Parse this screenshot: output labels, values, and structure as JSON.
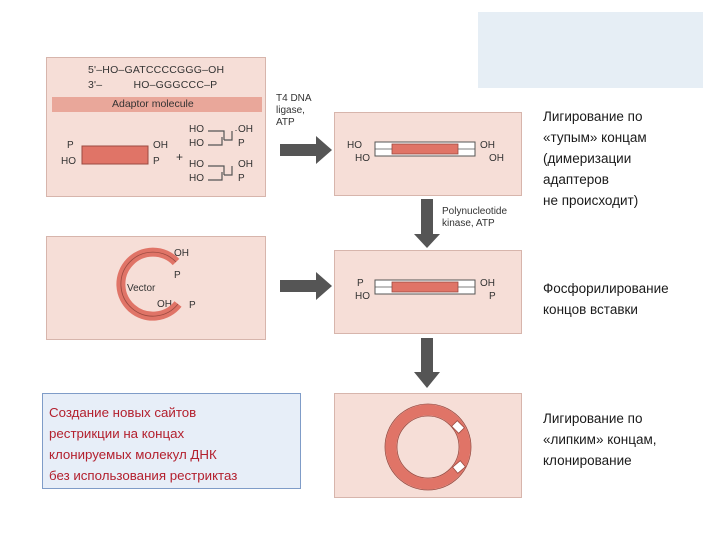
{
  "adaptor": {
    "seq_top": "5'–HO–GATCCCCGGG–OH",
    "seq_bottom": "3'–          HO–GGGCCC–P",
    "bar_label": "Adaptor molecule"
  },
  "ends": {
    "p": "P",
    "ho": "HO",
    "oh": "OH",
    "plus": "+"
  },
  "vector_label": "Vector",
  "enzymes": {
    "ligase": [
      "T4 DNA",
      "ligase,",
      "ATP"
    ],
    "kinase": [
      "Polynucleotide",
      "kinase, ATP"
    ]
  },
  "labels": {
    "blunt": [
      "Лигирование по",
      "«тупым» концам",
      "(димеризации",
      "адаптеров",
      "не происходит)"
    ],
    "phospho": [
      "Фосфорилирование",
      "концов вставки"
    ],
    "sticky": [
      "Лигирование по",
      "«липким» концам,",
      "клонирование"
    ]
  },
  "note": [
    "Создание  новых сайтов",
    "рестрикции на концах",
    "клонируемых  молекул ДНК",
    "без использования  рестриктаз"
  ],
  "colors": {
    "panel": "#f6ded7",
    "dna_red": "#e07467",
    "arrow": "#555555",
    "note_text": "#b3202e",
    "note_bg": "#e7eef8"
  }
}
